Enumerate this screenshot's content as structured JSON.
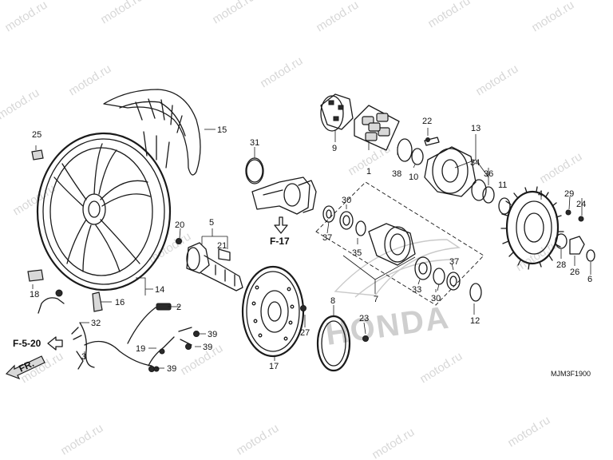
{
  "watermark": "motod.ru",
  "logo_text": "HONDA",
  "diagram_code": "MJM3F1900",
  "references": {
    "f17": "F-17",
    "f520": "F-5-20",
    "front": "FR."
  },
  "callouts": {
    "c1": "1",
    "c2": "2",
    "c3": "3",
    "c4": "4",
    "c5": "5",
    "c6": "6",
    "c7": "7",
    "c8": "8",
    "c9": "9",
    "c10": "10",
    "c11": "11",
    "c12": "12",
    "c13": "13",
    "c14": "14",
    "c15": "15",
    "c16": "16",
    "c17": "17",
    "c18": "18",
    "c19": "19",
    "c20": "20",
    "c21": "21",
    "c22": "22",
    "c23": "23",
    "c24": "24",
    "c25": "25",
    "c26": "26",
    "c27": "27",
    "c28": "28",
    "c29": "29",
    "c30a": "30",
    "c30b": "30",
    "c31": "31",
    "c32": "32",
    "c33": "33",
    "c34": "34",
    "c35": "35",
    "c36": "36",
    "c37a": "37",
    "c37b": "37",
    "c38": "38",
    "c39a": "39",
    "c39b": "39",
    "c39c": "39"
  }
}
